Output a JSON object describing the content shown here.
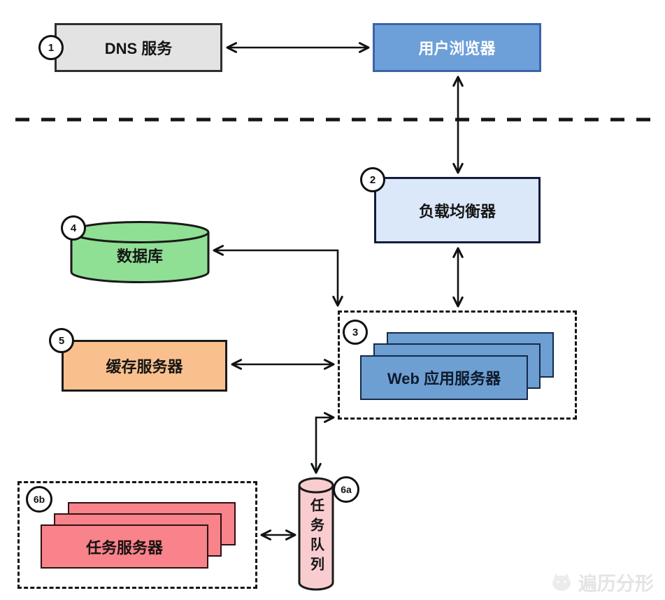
{
  "diagram": {
    "nodes": {
      "dns": {
        "badge": "1",
        "label": "DNS 服务",
        "fill": "#e3e3e3"
      },
      "browser": {
        "label": "用户浏览器",
        "fill": "#6d9fd8",
        "text_color": "#ffffff"
      },
      "load_balancer": {
        "badge": "2",
        "label": "负载均衡器",
        "fill": "#dbe8fa"
      },
      "web_app_servers": {
        "badge": "3",
        "label": "Web 应用服务器",
        "fill": "#6d9fd2",
        "stack_count": 3
      },
      "database": {
        "badge": "4",
        "label": "数据库",
        "fill": "#8fdf94"
      },
      "cache": {
        "badge": "5",
        "label": "缓存服务器",
        "fill": "#f9c08e"
      },
      "task_queue": {
        "badge": "6a",
        "label": "任务队列",
        "fill": "#f9cdd0"
      },
      "task_servers": {
        "badge": "6b",
        "label": "任务服务器",
        "fill": "#f9838a",
        "stack_count": 3
      }
    },
    "edges": [
      {
        "from": "dns",
        "to": "browser",
        "style": "bidirectional"
      },
      {
        "from": "browser",
        "to": "load_balancer",
        "style": "bidirectional"
      },
      {
        "from": "load_balancer",
        "to": "web_app_servers",
        "style": "bidirectional"
      },
      {
        "from": "database",
        "to": "web_app_servers",
        "style": "bidirectional-elbow"
      },
      {
        "from": "cache",
        "to": "web_app_servers",
        "style": "bidirectional"
      },
      {
        "from": "web_app_servers",
        "to": "task_queue",
        "style": "bidirectional-elbow"
      },
      {
        "from": "task_queue",
        "to": "task_servers",
        "style": "bidirectional"
      }
    ],
    "separator": {
      "style": "horizontal-dashed"
    },
    "watermark": {
      "text": "遍历分形"
    },
    "line_color": "#111111"
  }
}
